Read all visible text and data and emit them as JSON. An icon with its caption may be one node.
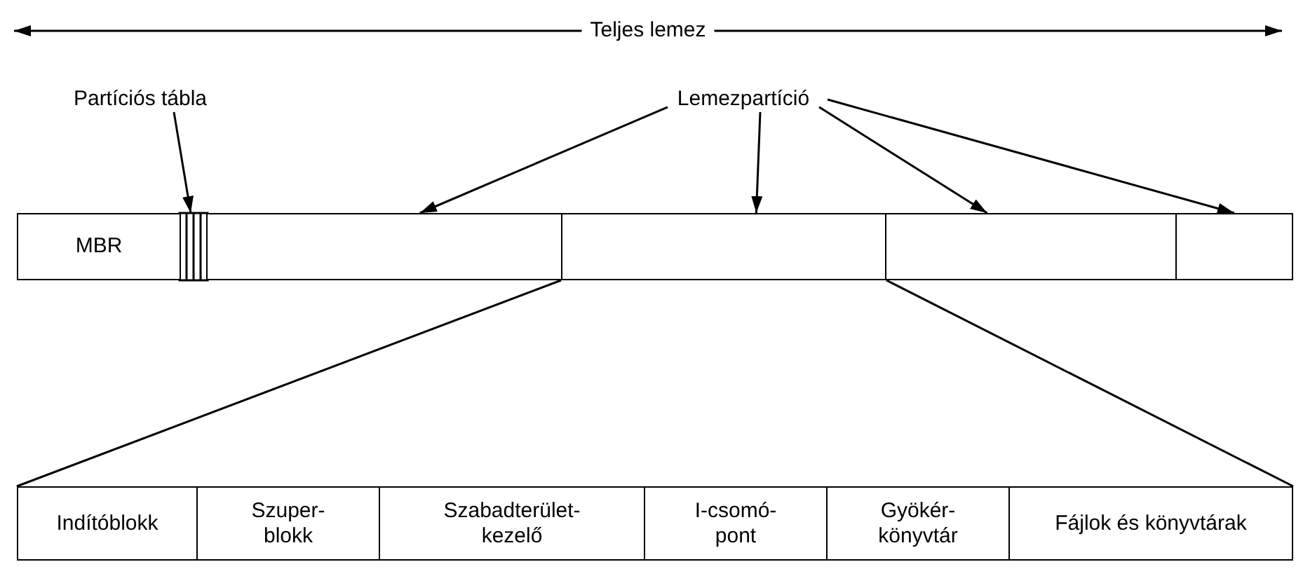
{
  "diagram": {
    "nodes": [
      {
        "text": [
          "Partíciós tábla"
        ]
      },
      {
        "text": [],
        "shape": "box"
      },
      {
        "text": [
          "Lemezpartíció"
        ]
      },
      {
        "text": [
          "MBR"
        ]
      },
      {
        "text": [],
        "shape": "box"
      },
      {
        "text": [],
        "shape": "box"
      },
      {
        "text": [],
        "shape": "box"
      },
      {
        "text": [],
        "shape": "box"
      },
      {
        "text": [
          "Indítóblokk"
        ]
      },
      {
        "text": [
          "Szuper- blokk"
        ]
      },
      {
        "text": [
          "Szabadterület- kezelő"
        ]
      },
      {
        "text": [
          "I-csomó- pont"
        ]
      },
      {
        "text": [
          "Gyökér- könyvtár"
        ]
      },
      {
        "text": [
          "Fájlok és könyvtárak"
        ]
      }
    ],
    "edges": [
      {
        "from": 0,
        "to": 1,
        "arrow": "to"
      },
      {
        "from": 2,
        "to": 4,
        "arrow": "to"
      },
      {
        "from": 2,
        "to": 5,
        "arrow": "to"
      },
      {
        "from": 2,
        "to": 6,
        "arrow": "to"
      },
      {
        "from": 2,
        "to": 7,
        "arrow": "to"
      },
      {
        "from": 5,
        "to": 8,
        "arrow": "none"
      },
      {
        "from": 5,
        "to": 13,
        "arrow": "none"
      }
    ],
    "labels": [
      "Teljes lemez"
    ]
  }
}
